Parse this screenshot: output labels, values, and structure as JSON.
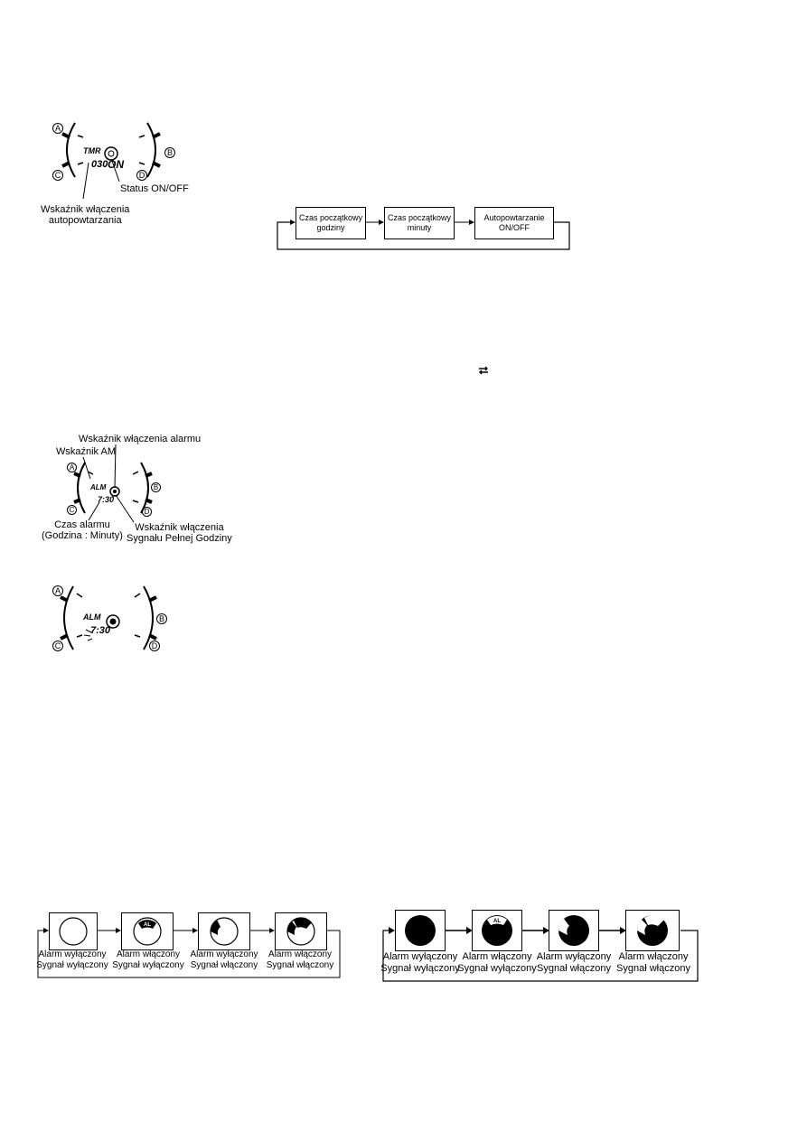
{
  "timer_figure": {
    "display_mode": "TMR",
    "display_value": "030",
    "display_state": "ON",
    "labels": {
      "status": "Status ON/OFF",
      "auto_repeat": "Wskaźnik włączenia\nautopowtarzania"
    },
    "buttons": [
      "A",
      "B",
      "C",
      "D"
    ]
  },
  "timer_flow": {
    "steps": [
      {
        "label": "Czas początkowy\ngodziny"
      },
      {
        "label": "Czas początkowy\nminuty"
      },
      {
        "label": "Autopowtarzanie\nON/OFF"
      }
    ]
  },
  "alarm_figure": {
    "display_mode": "ALM",
    "display_value": "7:30",
    "labels": {
      "alarm_on": "Wskaźnik włączenia alarmu",
      "am": "Wskaźnik AM",
      "alarm_time": "Czas alarmu\n(Godzina : Minuty)",
      "hourly_signal": "Wskaźnik włączenia\nSygnału Pełnej Godziny"
    },
    "buttons": [
      "A",
      "B",
      "C",
      "D"
    ]
  },
  "alarm_set_figure": {
    "display_mode": "ALM",
    "display_value": "7:30",
    "buttons": [
      "A",
      "B",
      "C",
      "D"
    ]
  },
  "alarm_cycle_light": {
    "steps": [
      {
        "line1": "Alarm wyłączony",
        "line2": "Sygnał wyłączony",
        "marks": []
      },
      {
        "line1": "Alarm włączony",
        "line2": "Sygnał wyłączony",
        "marks": [
          "AL"
        ]
      },
      {
        "line1": "Alarm wyłączony",
        "line2": "Sygnał włączony",
        "marks": [
          "SIG"
        ]
      },
      {
        "line1": "Alarm włączony",
        "line2": "Sygnał włączony",
        "marks": [
          "AL",
          "SIG"
        ]
      }
    ]
  },
  "alarm_cycle_dark": {
    "steps": [
      {
        "line1": "Alarm wyłączony",
        "line2": "Sygnał wyłączony",
        "marks": []
      },
      {
        "line1": "Alarm włączony",
        "line2": "Sygnał wyłączony",
        "marks": [
          "AL"
        ]
      },
      {
        "line1": "Alarm wyłączony",
        "line2": "Sygnał włączony",
        "marks": [
          "SIG"
        ]
      },
      {
        "line1": "Alarm włączony",
        "line2": "Sygnał włączony",
        "marks": [
          "AL",
          "SIG"
        ]
      }
    ]
  },
  "colors": {
    "ink": "#000000",
    "paper": "#ffffff"
  }
}
